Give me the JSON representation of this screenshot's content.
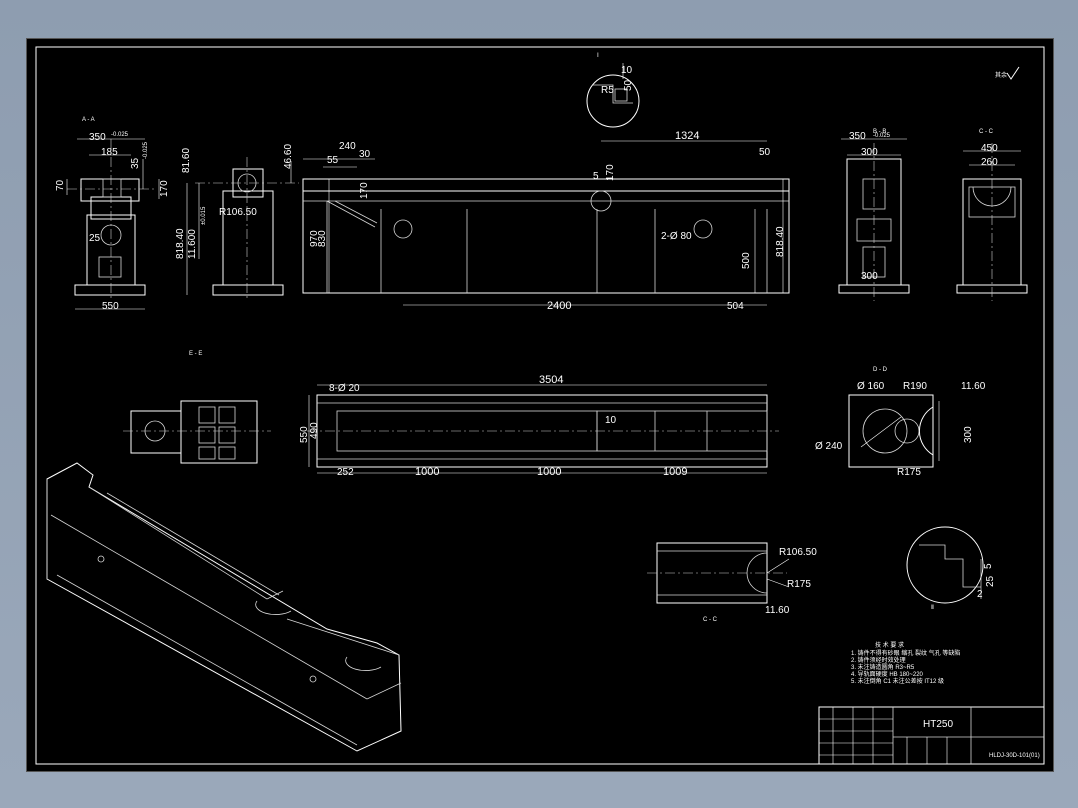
{
  "material": "HT250",
  "drawing_number": "HLDJ-30D-101(01)",
  "dims": {
    "d1": "350",
    "d1t": "-0.025",
    "d2": "185",
    "d3": "35",
    "d3t": "-0.025",
    "d4": "70",
    "d5": "170",
    "d6": "25",
    "d7": "550",
    "d8": "818.40",
    "d9": "11.600",
    "d9t": "±0.015",
    "d10": "R106.50",
    "d11": "81.60",
    "d12": "46.60",
    "d13": "240",
    "d14": "55",
    "d15": "30",
    "d16": "170",
    "d17": "970",
    "d18": "830",
    "d19": "1324",
    "d20": "50",
    "d21": "5",
    "d22": "170",
    "d23": "2-Ø 80",
    "d24": "500",
    "d25": "818.40",
    "d26": "2400",
    "d27": "504",
    "d28": "350",
    "d28t": "-0.025",
    "d29": "300",
    "d30": "300",
    "d31": "450",
    "d32": "260",
    "d33": "3504",
    "d34": "8-Ø 20",
    "d35": "550",
    "d36": "490",
    "d37": "10",
    "d38": "252",
    "d39": "1000",
    "d40": "1000",
    "d41": "1009",
    "d42": "Ø 160",
    "d43": "R190",
    "d44": "11.60",
    "d45": "300",
    "d46": "Ø 240",
    "d47": "R175",
    "d48": "10",
    "d49": "R5",
    "d50": "50",
    "d51": "R106.50",
    "d52": "R175",
    "d53": "11.60",
    "d54": "5",
    "d55": "25",
    "d56": "2"
  },
  "labels": {
    "sec_aa": "A - A",
    "sec_bb": "B - B",
    "sec_cc": "C - C",
    "sec_ee": "E - E",
    "sec_dd": "D - D",
    "sec_cc2": "C - C",
    "detail_top": "Ⅰ",
    "detail_right": "Ⅱ",
    "notes_title": "技 术 要 求",
    "n1": "1. 铸件不得有砂眼 缩孔 裂纹 气孔 等缺陷",
    "n2": "2. 铸件须经时效处理",
    "n3": "3. 未注铸造圆角 R3~R5",
    "n4": "4. 导轨面硬度 HB 180~220",
    "n5": "5. 未注倒角 C1 未注公差按 IT12 级",
    "roughness": "其余"
  }
}
